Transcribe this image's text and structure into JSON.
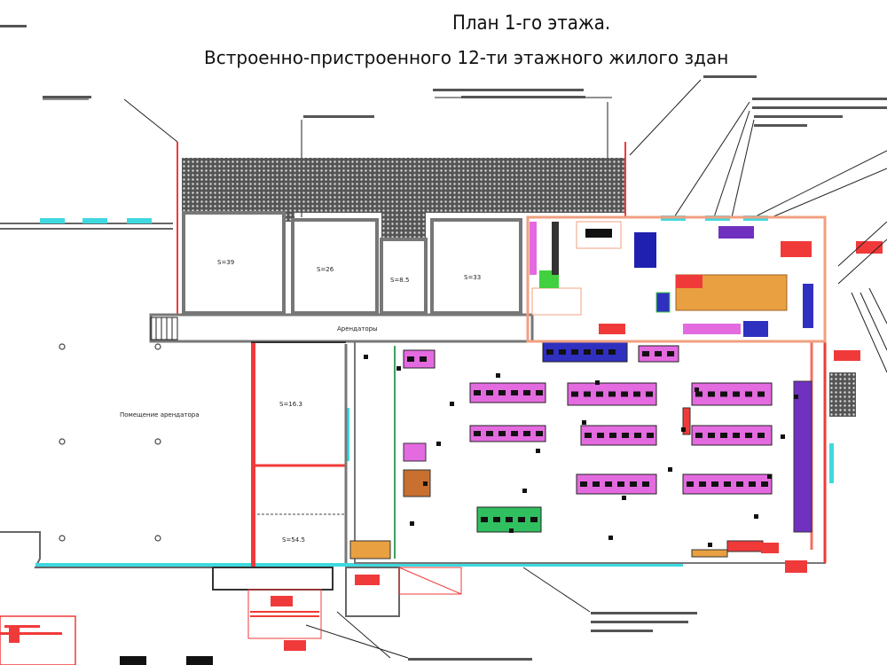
{
  "title": {
    "line1": "План 1-го этажа.",
    "line2": "Встроенно-пристроенного 12-ти этажного жилого здан"
  },
  "rooms": {
    "r1": "S=39",
    "r2": "S=26",
    "r3": "S=8.5",
    "r4": "S=33",
    "corridor": "Арендаторы",
    "tenant_area": "Помещение арендатора",
    "r5": "S=16.3",
    "r6": "S=54.5"
  },
  "colors": {
    "wall": "#7a7a7a",
    "red_wall": "#f03a3a",
    "window": "#3fd9e0",
    "desk": "#e46ae0",
    "blue_furniture": "#3030c0",
    "cabinet": "#e8a040",
    "hatch": "#444444"
  }
}
